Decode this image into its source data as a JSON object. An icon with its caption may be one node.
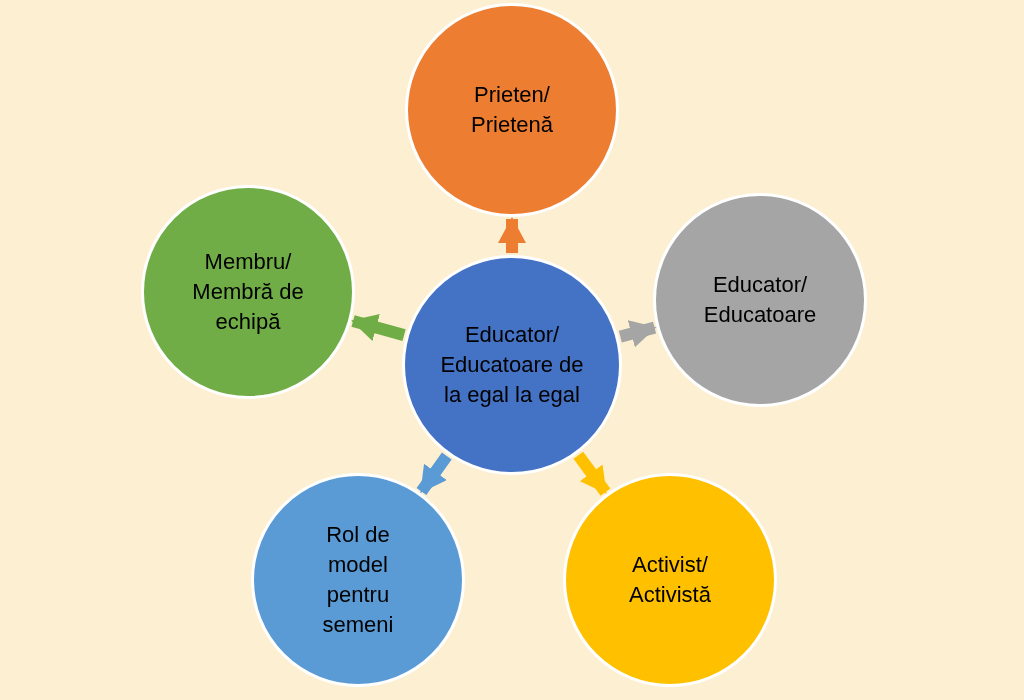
{
  "diagram": {
    "nodes": [
      {
        "text": [
          "Prieten/ Prietenă"
        ]
      },
      {
        "text": [
          "Membru/ Membră de echipă"
        ]
      },
      {
        "text": [
          "Educator/ Educatoare de la egal la egal"
        ]
      },
      {
        "text": [
          "Educator/ Educatoare"
        ]
      },
      {
        "text": [
          "Rol de model pentru semeni"
        ]
      },
      {
        "text": [
          "Activist/ Activistă"
        ]
      }
    ],
    "edges": [
      {
        "from": 2,
        "to": 0,
        "arrow": "to",
        "color": "#ed7d31"
      },
      {
        "from": 2,
        "to": 3,
        "arrow": "to",
        "color": "#a5a5a5"
      },
      {
        "from": 2,
        "to": 5,
        "arrow": "to",
        "color": "#ffc000"
      },
      {
        "from": 2,
        "to": 4,
        "arrow": "to",
        "color": "#5b9bd5"
      },
      {
        "from": 2,
        "to": 1,
        "arrow": "to",
        "color": "#70ad47"
      }
    ]
  }
}
